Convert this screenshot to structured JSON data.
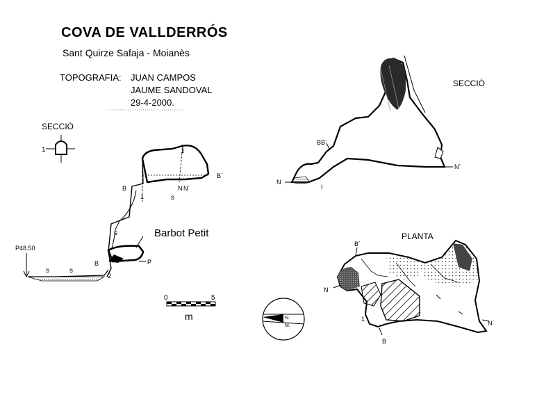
{
  "header": {
    "title": "COVA DE VALLDERRÓS",
    "subtitle": "Sant Quirze Safaja - Moianès",
    "topo_label": "TOPOGRAFIA:",
    "authors": [
      "JUAN CAMPOS",
      "JAUME SANDOVAL"
    ],
    "date": "29-4-2000."
  },
  "section_left": {
    "label": "SECCIÓ",
    "cross_label": "1",
    "barbot_label": "Barbot Petit",
    "depth_label": "P48.50",
    "markers": {
      "b_upper": "B",
      "b_prime": "B´",
      "n": "N",
      "n_prime": "N´",
      "b_lower": "B",
      "p": "P",
      "one": "1",
      "two": "2",
      "one_b": "1"
    }
  },
  "scale": {
    "zero": "0",
    "five": "5",
    "unit": "m"
  },
  "north": {
    "n_label": "N.",
    "m_label": "M."
  },
  "section_right": {
    "label": "SECCIÓ",
    "markers": {
      "bb": "BB´",
      "n": "N",
      "n_prime": "N´",
      "one": "I"
    }
  },
  "plan": {
    "label": "PLANTA",
    "markers": {
      "b_prime": "B´",
      "n": "N",
      "n_prime": "N´",
      "one": "1",
      "b": "B"
    }
  }
}
